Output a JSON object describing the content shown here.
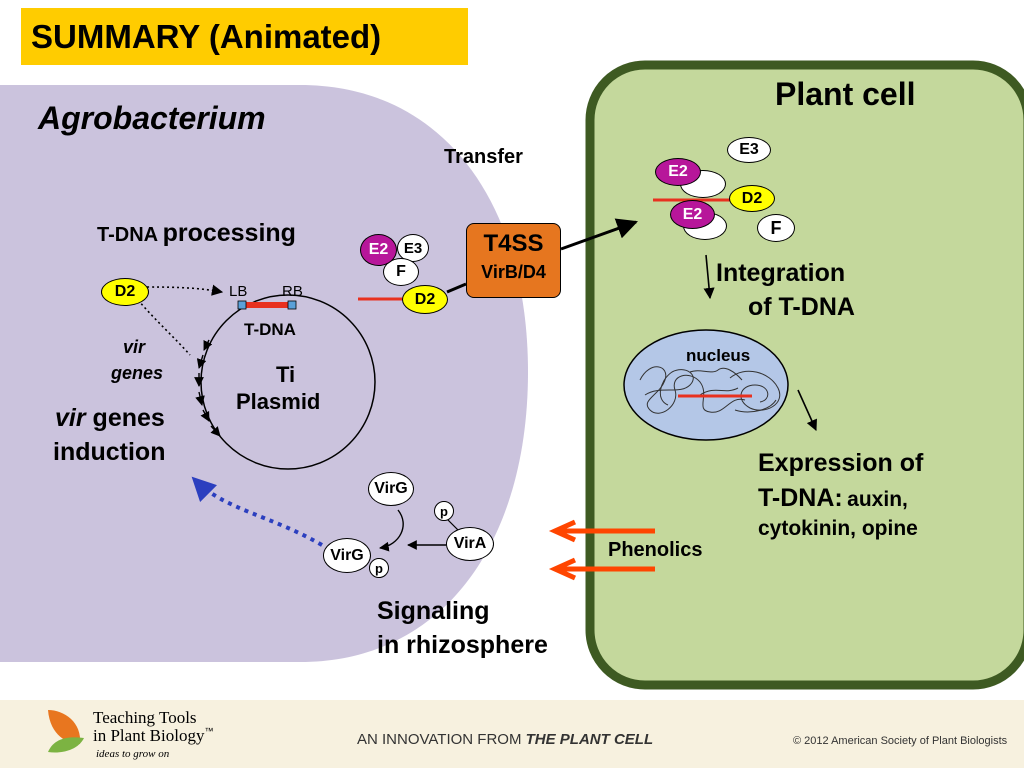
{
  "title": "SUMMARY (Animated)",
  "agrobacterium": "Agrobacterium",
  "plant_cell": "Plant cell",
  "transfer": "Transfer",
  "tdna_processing_prefix": "T-DNA",
  "tdna_processing_suffix": "processing",
  "plasmid": {
    "lb": "LB",
    "rb": "RB",
    "tdna": "T-DNA",
    "ti": "Ti",
    "plasmid": "Plasmid",
    "vir_word": "vir",
    "genes_word": "genes"
  },
  "vir_induction": {
    "vir": "vir",
    "genes": "genes",
    "induction": "induction"
  },
  "proteins": {
    "d2": "D2",
    "e2": "E2",
    "e3": "E3",
    "f": "F",
    "virg": "VirG",
    "vira": "VirA",
    "p": "p"
  },
  "t4ss": {
    "line1": "T4SS",
    "line2": "VirB/D4"
  },
  "integration": {
    "line1": "Integration",
    "line2": "of T-DNA"
  },
  "nucleus": "nucleus",
  "expression": {
    "line1": "Expression of",
    "line2a": "T-DNA:",
    "line2b": "auxin,",
    "line3": "cytokinin, opine"
  },
  "phenolics": "Phenolics",
  "signaling": {
    "line1": "Signaling",
    "line2": "in rhizosphere"
  },
  "footer": {
    "logo_line1": "Teaching Tools",
    "logo_line2": "in Plant Biology",
    "tm": "™",
    "tagline": "ideas to grow on",
    "innovation_prefix": "AN INNOVATION FROM",
    "innovation_journal": "THE PLANT CELL",
    "copyright": "© 2012 American Society of Plant Biologists"
  },
  "colors": {
    "bacterium": "#cbc3dd",
    "plant_fill": "#c4d89c",
    "plant_border": "#3e5a22",
    "red": "#e8311f",
    "e2": "#b7169a",
    "d2": "#ffff00",
    "orange_arrow": "#ff4500",
    "dotted_blue": "#2b3fbf"
  }
}
